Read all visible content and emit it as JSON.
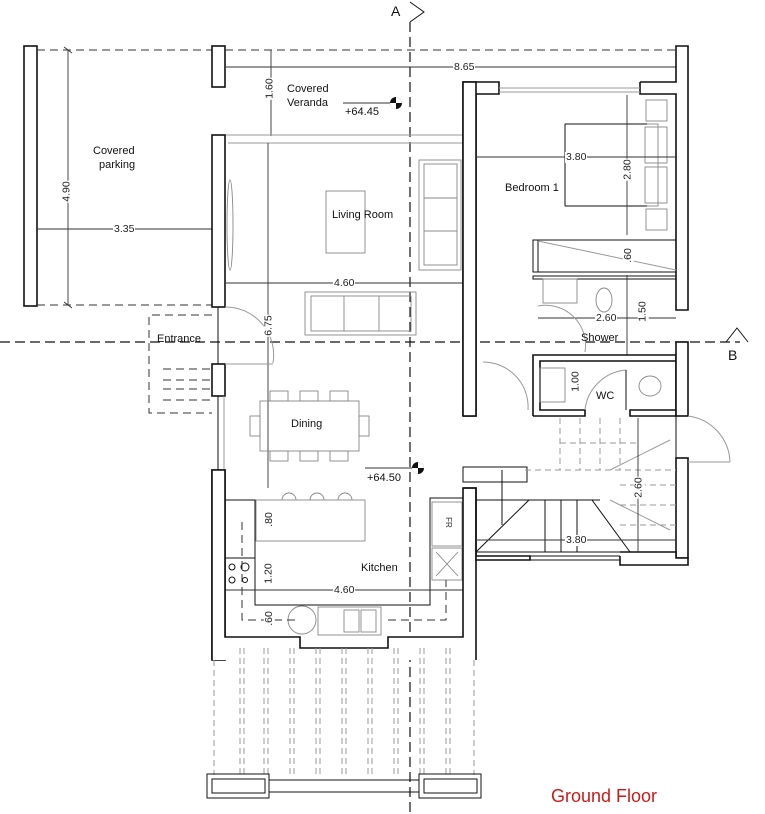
{
  "title": "Ground Floor",
  "title_color": "#cc1a1a",
  "section_markers": {
    "a": "A",
    "b": "B"
  },
  "rooms": {
    "covered_parking": "Covered\nparking",
    "covered_parking_l1": "Covered",
    "covered_parking_l2": "parking",
    "covered_veranda_l1": "Covered",
    "covered_veranda_l2": "Veranda",
    "living_room": "Living Room",
    "bedroom_1": "Bedroom 1",
    "entrance": "Entrance",
    "shower": "Shower",
    "wc": "WC",
    "dining": "Dining",
    "kitchen": "Kitchen",
    "fridge": "FR"
  },
  "levels": {
    "veranda": "+64.45",
    "interior": "+64.50"
  },
  "dimensions": {
    "parking_depth": "4.90",
    "parking_width": "3.35",
    "overall_width": "8.65",
    "veranda_depth": "1.60",
    "living_width": "4.60",
    "living_dining_depth": "6.75",
    "bedroom_width": "3.80",
    "bedroom_depth": "2.80",
    "wardrobe_depth": ".60",
    "shower_width": "2.60",
    "shower_depth": "1.50",
    "wc_depth": "1.00",
    "stair_depth": "2.60",
    "stair_width": "3.80",
    "island_depth": ".80",
    "kitchen_aisle": "1.20",
    "kitchen_width": "4.60",
    "counter_depth": ".60"
  }
}
